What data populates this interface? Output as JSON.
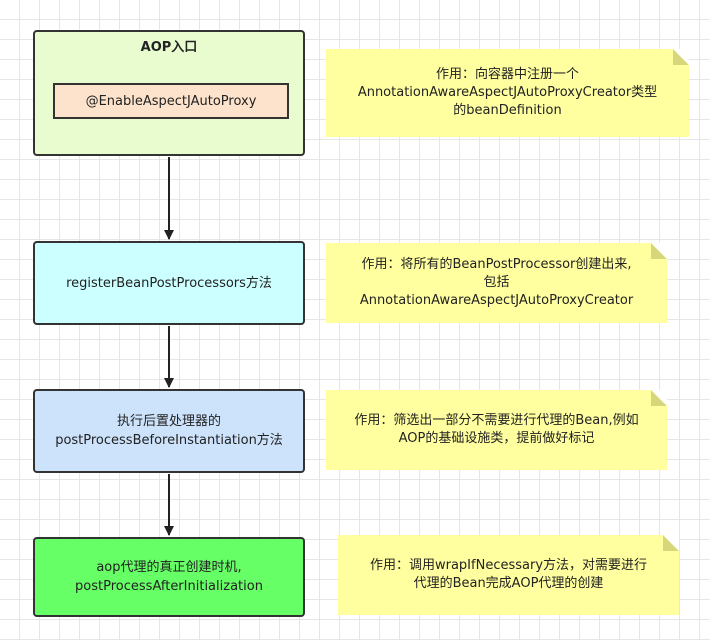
{
  "diagram": {
    "entry": {
      "title": "AOP入口",
      "annotation": "@EnableAspectJAutoProxy"
    },
    "steps": [
      {
        "label": "registerBeanPostProcessors方法"
      },
      {
        "label": "执行后置处理器的\npostProcessBeforeInstantiation方法"
      },
      {
        "label": "aop代理的真正创建时机,\npostProcessAfterInitialization"
      }
    ],
    "notes": [
      {
        "text": "作用：向容器中注册一个\nAnnotationAwareAspectJAutoProxyCreator类型\n的beanDefinition"
      },
      {
        "text": "作用：将所有的BeanPostProcessor创建出来,\n包括\nAnnotationAwareAspectJAutoProxyCreator"
      },
      {
        "text": "作用：筛选出一部分不需要进行代理的Bean,例如\nAOP的基础设施类，提前做好标记"
      },
      {
        "text": "作用：调用wrapIfNecessary方法，对需要进行\n代理的Bean完成AOP代理的创建"
      }
    ]
  },
  "colors": {
    "entry_fill": "#e8fcd0",
    "annotation_fill": "#fde3cb",
    "step1_fill": "#ccffff",
    "step2_fill": "#cce3fb",
    "step3_fill": "#66ff66",
    "note_fill": "#ffffa0",
    "note_fold": "#d6d67a",
    "stroke": "#333333"
  }
}
